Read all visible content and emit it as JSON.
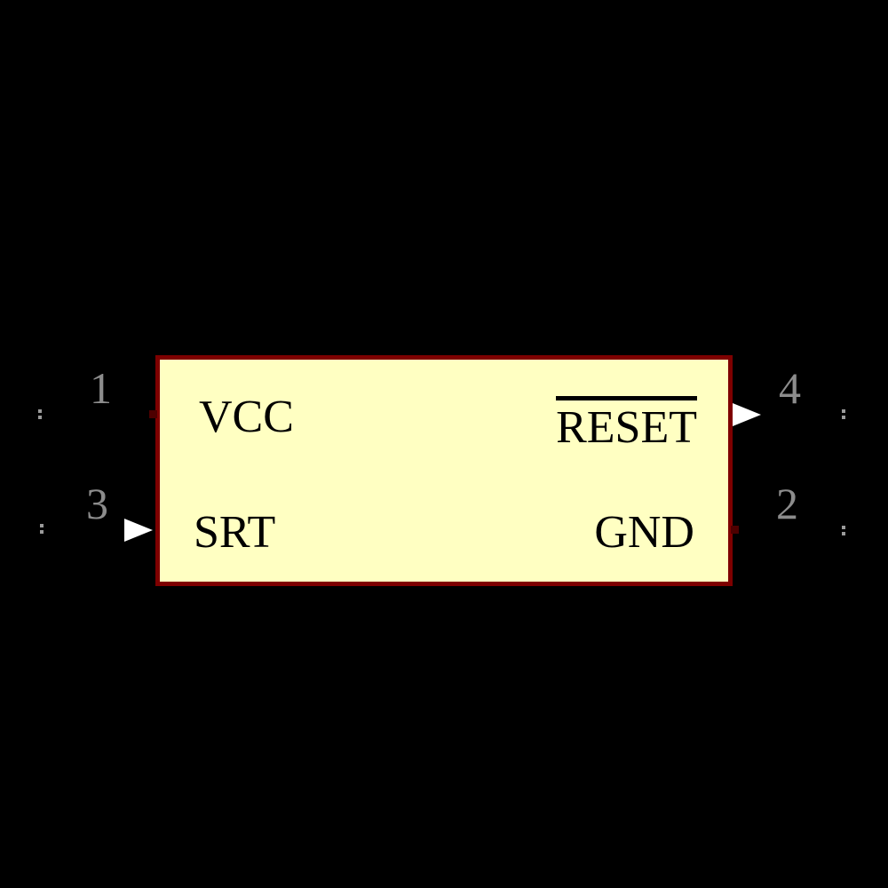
{
  "diagram": {
    "type": "schematic-symbol",
    "background_color": "#000000",
    "body_fill_color": "#FFFFC2",
    "body_border_color": "#7E0000",
    "label_color": "#000000",
    "pin_number_color": "#8c8c8c",
    "arrow_color": "#FFFFFF"
  },
  "pins": [
    {
      "number": "1",
      "label": "VCC",
      "side": "left",
      "row": "top",
      "has_arrow": false,
      "overline": false
    },
    {
      "number": "3",
      "label": "SRT",
      "side": "left",
      "row": "bottom",
      "has_arrow": true,
      "overline": false
    },
    {
      "number": "4",
      "label": "RESET",
      "side": "right",
      "row": "top",
      "has_arrow": true,
      "overline": true
    },
    {
      "number": "2",
      "label": "GND",
      "side": "right",
      "row": "bottom",
      "has_arrow": false,
      "overline": false
    }
  ]
}
